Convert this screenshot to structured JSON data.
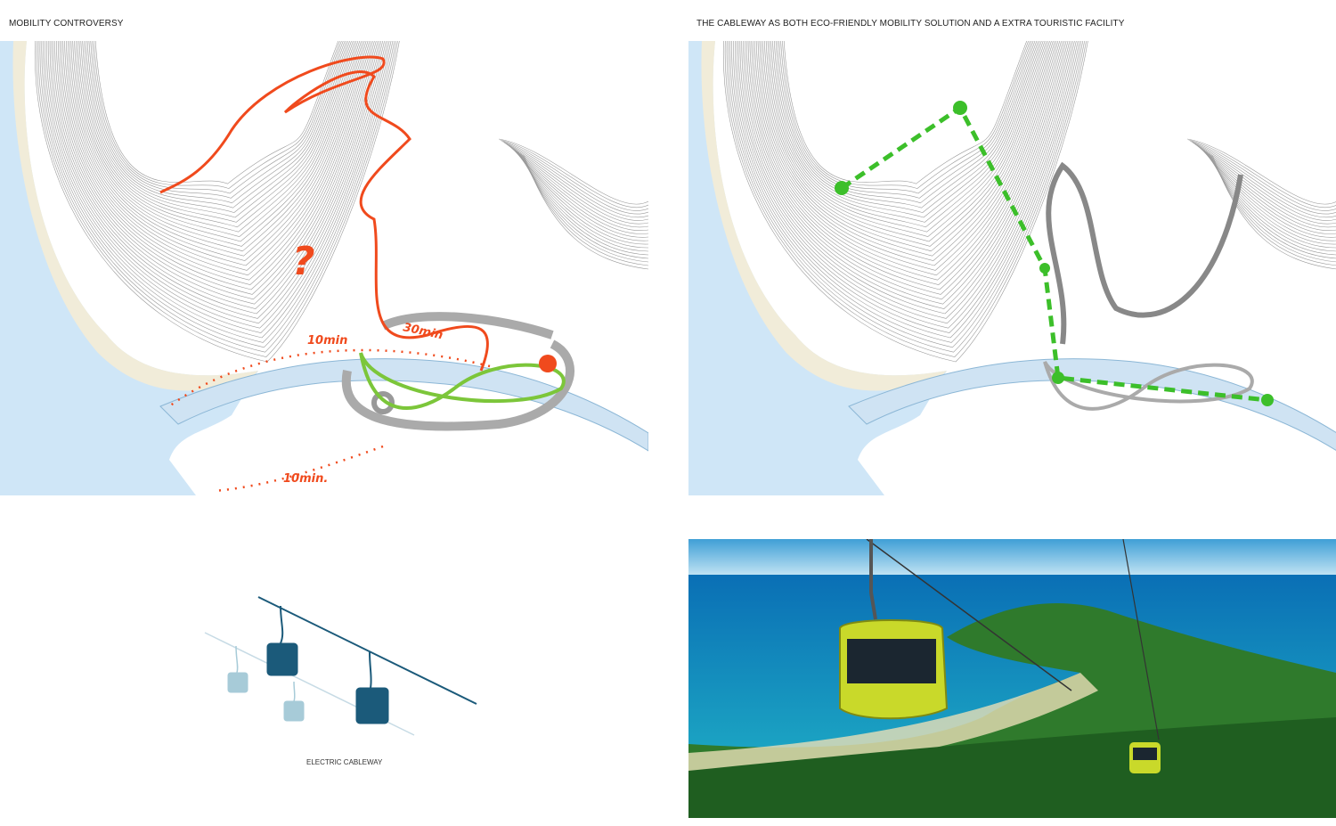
{
  "panels": {
    "left_title": "MOBILITY CONTROVERSY",
    "right_title": "THE CABLEWAY AS BOTH ECO-FRIENDLY MOBILITY SOLUTION AND A EXTRA TOURISTIC FACILITY",
    "cable_caption": "ELECTRIC CABLEWAY"
  },
  "annotations": {
    "question": "?",
    "walk_time_a": "10min",
    "drive_time": "30min",
    "walk_time_b": "10min."
  },
  "colors": {
    "route_red": "#f04a1d",
    "route_green": "#7cc63a",
    "cable_green": "#3cbf2a",
    "sea": "#cfe6f7",
    "cable_blue": "#1b5a7a"
  }
}
